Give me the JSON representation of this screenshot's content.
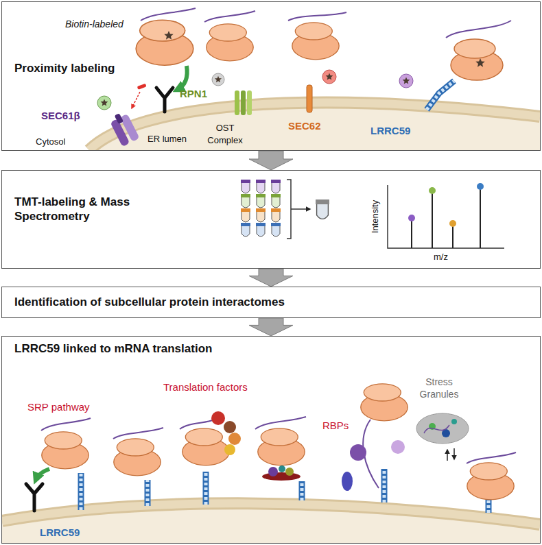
{
  "diagram": {
    "nodes": [
      {
        "text": [
          "Proximity labeling"
        ]
      },
      {
        "text": [
          "TMT-labeling & Mass Spectrometry"
        ]
      },
      {
        "text": [
          "Identification of subcellular protein interactomes"
        ]
      },
      {
        "text": [
          "LRRC59 linked to mRNA translation"
        ]
      }
    ],
    "edges": [
      {
        "from": 0,
        "to": 1,
        "arrow": "to"
      },
      {
        "from": 1,
        "to": 2,
        "arrow": "to"
      },
      {
        "from": 2,
        "to": 3,
        "arrow": "to"
      }
    ],
    "labels": [
      "Biotin-labeled",
      "SEC61β",
      "RPN1",
      "OST Complex",
      "SEC62",
      "LRRC59",
      "Cytosol",
      "ER lumen",
      "Intensity",
      "m/z",
      "SRP pathway",
      "Translation factors",
      "RBPs",
      "Stress Granules",
      "LRRC59"
    ]
  }
}
